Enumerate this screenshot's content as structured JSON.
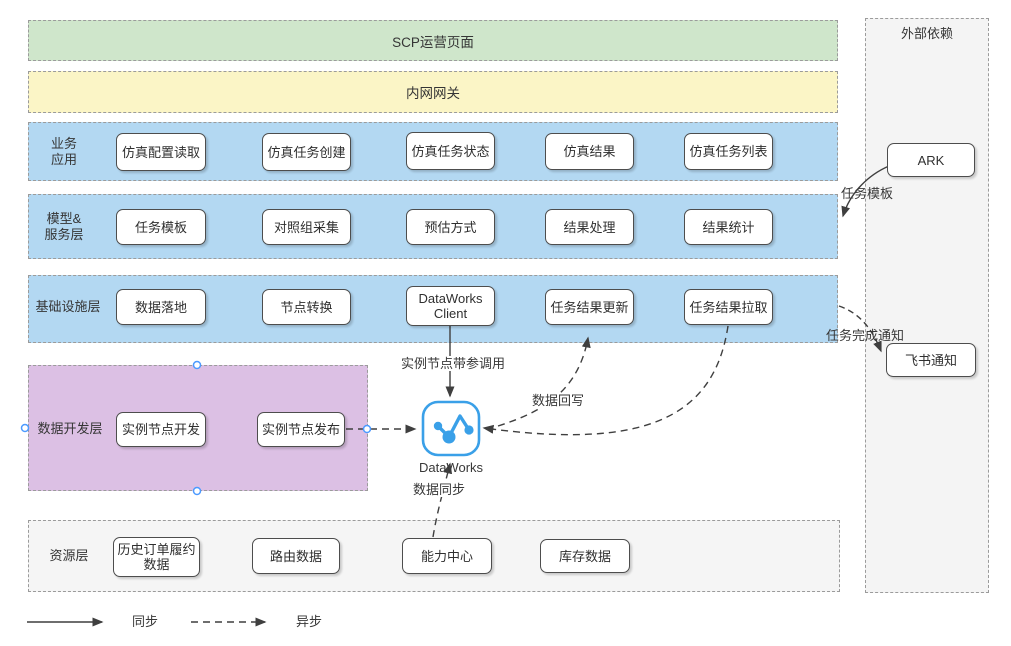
{
  "diagram": {
    "banners": {
      "scp": "SCP运营页面",
      "gateway": "内网网关"
    },
    "layers": [
      {
        "label": "业务\n应用",
        "boxes": [
          "仿真配置读取",
          "仿真任务创建",
          "仿真任务状态",
          "仿真结果",
          "仿真任务列表"
        ]
      },
      {
        "label": "模型&\n服务层",
        "boxes": [
          "任务模板",
          "对照组采集",
          "预估方式",
          "结果处理",
          "结果统计"
        ]
      },
      {
        "label": "基础设施层",
        "boxes": [
          "数据落地",
          "节点转换",
          "DataWorks\nClient",
          "任务结果更新",
          "任务结果拉取"
        ]
      },
      {
        "label": "数据开发层",
        "boxes": [
          "实例节点开发",
          "实例节点发布"
        ]
      },
      {
        "label": "资源层",
        "boxes": [
          "历史订单履约\n数据",
          "路由数据",
          "能力中心",
          "库存数据"
        ]
      }
    ],
    "external": {
      "label": "外部依赖",
      "ark": "ARK",
      "feishu": "飞书通知"
    },
    "dataworks_label": "DataWorks",
    "edge_labels": {
      "task_template": "任务模板",
      "instance_node_call": "实例节点带参调用",
      "data_writeback": "数据回写",
      "task_done_notify": "任务完成通知",
      "data_sync": "数据同步"
    },
    "legend": {
      "sync": "同步",
      "async": "异步"
    },
    "colors": {
      "banner_green": "#cfe6cb",
      "banner_yellow": "#fbf5c6",
      "layer_blue": "#b3d8f2",
      "layer_purple": "#dcc0e4",
      "layer_gray": "#f5f5f5",
      "dataworks_blue": "#3aa0e8",
      "handle_blue": "#4c9aff",
      "line_dark": "#3f3f3f"
    }
  }
}
